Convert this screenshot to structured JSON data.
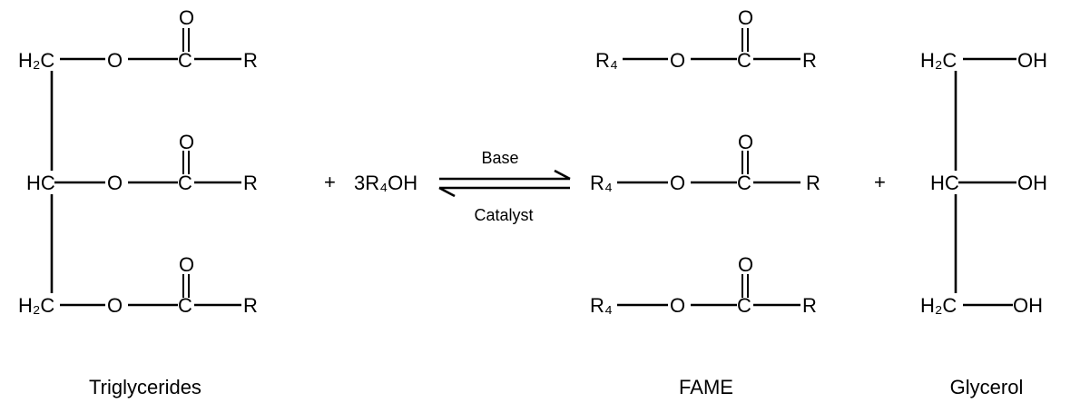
{
  "atoms": {
    "h2c": "H₂C",
    "hc": "HC",
    "o": "O",
    "c": "C",
    "r": "R",
    "r4": "R₄",
    "oh": "OH"
  },
  "operators": {
    "plus_1": "+",
    "plus_2": "+"
  },
  "reagent": "3R₄OH",
  "condition": {
    "above_arrow": "Base",
    "below_arrow": "Catalyst"
  },
  "labels": {
    "triglycerides": "Triglycerides",
    "fame": "FAME",
    "glycerol": "Glycerol"
  }
}
